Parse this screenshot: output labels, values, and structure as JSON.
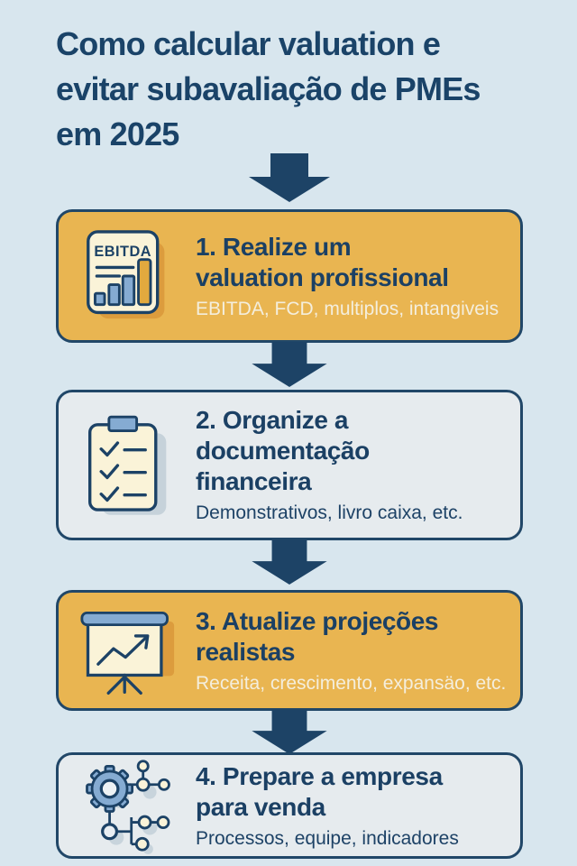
{
  "page": {
    "title": "Como calcular valuation e\nevitar subavaliação de PMEs\nem 2025",
    "background_color": "#d8e6ee"
  },
  "colors": {
    "navy_text": "#1a4368",
    "card_border": "#214768",
    "card_yellow": "#e9b551",
    "card_light": "#e6ebee",
    "arrow": "#1d4366",
    "subtitle_on_yellow": "#f4eedd",
    "icon_cream": "#faf3d8",
    "icon_blue": "#85abd2",
    "icon_shadow_orange": "#dc9c3d",
    "icon_shadow_gray": "#c6d2da"
  },
  "steps": [
    {
      "title": "1. Realize um\nvaluation profissional",
      "subtitle": "EBITDA, FCD, multiplos, intangiveis",
      "variant": "yellow",
      "icon": "ebitda-document-icon",
      "icon_label": "EBITDA"
    },
    {
      "title": "2. Organize a\ndocumentação\nfinanceira",
      "subtitle": "Demonstrativos, livro caixa, etc.",
      "variant": "light",
      "icon": "checklist-clipboard-icon"
    },
    {
      "title": "3. Atualize projeções\nrealistas",
      "subtitle": "Receita, crescimento, expansäo, etc.",
      "variant": "yellow",
      "icon": "presentation-growth-chart-icon"
    },
    {
      "title": "4. Prepare a empresa\npara venda",
      "subtitle": "Processos, equipe, indicadores",
      "variant": "light",
      "icon": "gear-network-icon"
    }
  ]
}
